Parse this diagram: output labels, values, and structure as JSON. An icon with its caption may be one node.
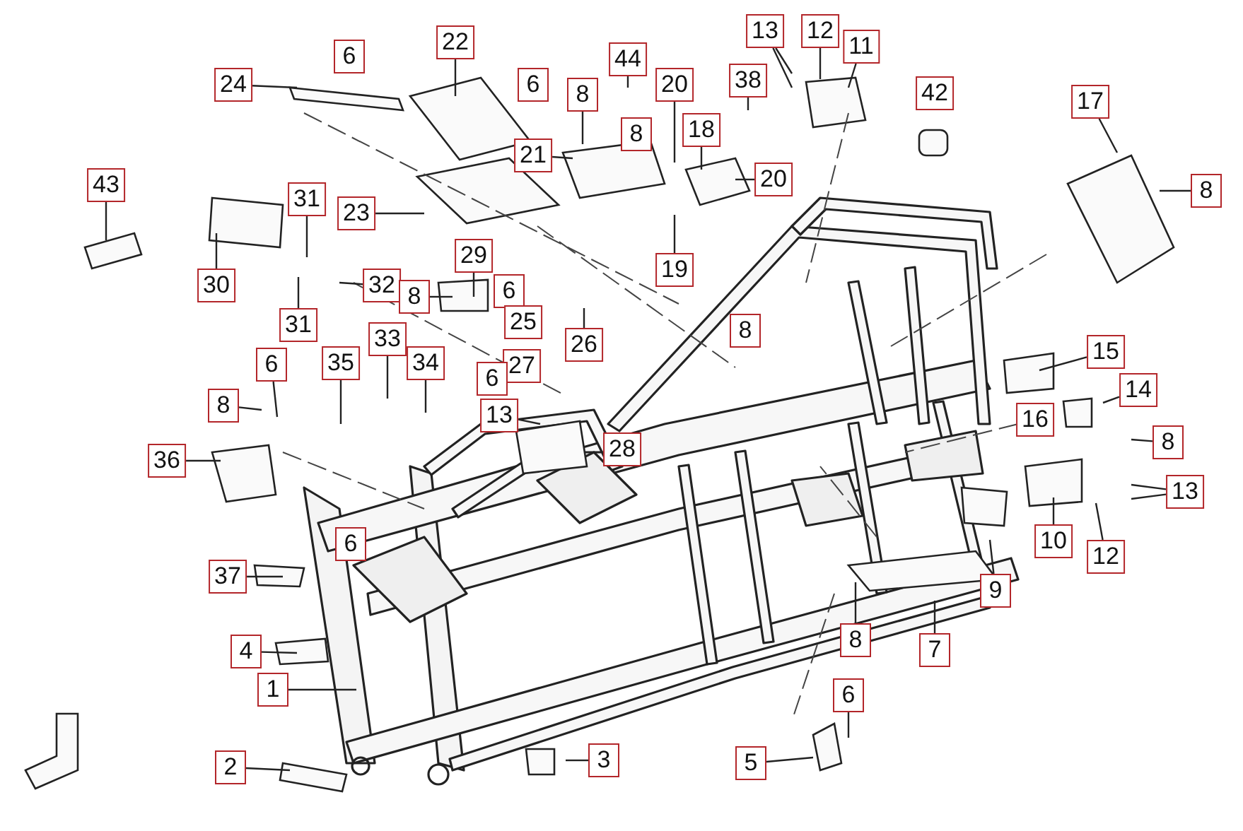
{
  "diagram": {
    "nodes": [
      {
        "text": [
          "24"
        ]
      },
      {
        "text": [
          "6"
        ]
      },
      {
        "text": [
          "22"
        ]
      },
      {
        "text": [
          "6"
        ]
      },
      {
        "text": [
          "8"
        ]
      },
      {
        "text": [
          "44"
        ]
      },
      {
        "text": [
          "8"
        ]
      },
      {
        "text": [
          "21"
        ]
      },
      {
        "text": [
          "20"
        ]
      },
      {
        "text": [
          "38"
        ]
      },
      {
        "text": [
          "13"
        ]
      },
      {
        "text": [
          "12"
        ]
      },
      {
        "text": [
          "11"
        ]
      },
      {
        "text": [
          "42"
        ]
      },
      {
        "text": [
          "17"
        ]
      },
      {
        "text": [
          "8"
        ]
      },
      {
        "text": [
          "18"
        ]
      },
      {
        "text": [
          "20"
        ]
      },
      {
        "text": [
          "23"
        ]
      },
      {
        "text": [
          "19"
        ]
      },
      {
        "text": [
          "43"
        ]
      },
      {
        "text": [
          "31"
        ]
      },
      {
        "text": [
          "30"
        ]
      },
      {
        "text": [
          "32"
        ]
      },
      {
        "text": [
          "31"
        ]
      },
      {
        "text": [
          "29"
        ]
      },
      {
        "text": [
          "8"
        ]
      },
      {
        "text": [
          "6"
        ]
      },
      {
        "text": [
          "25"
        ]
      },
      {
        "text": [
          "26"
        ]
      },
      {
        "text": [
          "8"
        ]
      },
      {
        "text": [
          "27"
        ]
      },
      {
        "text": [
          "6"
        ]
      },
      {
        "text": [
          "33"
        ]
      },
      {
        "text": [
          "34"
        ]
      },
      {
        "text": [
          "35"
        ]
      },
      {
        "text": [
          "6"
        ]
      },
      {
        "text": [
          "8"
        ]
      },
      {
        "text": [
          "36"
        ]
      },
      {
        "text": [
          "13"
        ]
      },
      {
        "text": [
          "28"
        ]
      },
      {
        "text": [
          "15"
        ]
      },
      {
        "text": [
          "16"
        ]
      },
      {
        "text": [
          "14"
        ]
      },
      {
        "text": [
          "8"
        ]
      },
      {
        "text": [
          "13"
        ]
      },
      {
        "text": [
          "10"
        ]
      },
      {
        "text": [
          "12"
        ]
      },
      {
        "text": [
          "9"
        ]
      },
      {
        "text": [
          "7"
        ]
      },
      {
        "text": [
          "8"
        ]
      },
      {
        "text": [
          "37"
        ]
      },
      {
        "text": [
          "6"
        ]
      },
      {
        "text": [
          "4"
        ]
      },
      {
        "text": [
          "1"
        ]
      },
      {
        "text": [
          "2"
        ]
      },
      {
        "text": [
          "3"
        ]
      },
      {
        "text": [
          "5"
        ]
      },
      {
        "text": [
          "6"
        ]
      }
    ],
    "edges": [
      {
        "from": 0,
        "to": null,
        "arrow": "none"
      },
      {
        "from": 2,
        "to": null,
        "arrow": "none"
      },
      {
        "from": 4,
        "to": null,
        "arrow": "none"
      },
      {
        "from": 5,
        "to": null,
        "arrow": "none"
      },
      {
        "from": 7,
        "to": null,
        "arrow": "none"
      },
      {
        "from": 8,
        "to": null,
        "arrow": "none"
      },
      {
        "from": 9,
        "to": null,
        "arrow": "none"
      },
      {
        "from": 10,
        "to": null,
        "arrow": "none"
      },
      {
        "from": 10,
        "to": null,
        "arrow": "none"
      },
      {
        "from": 11,
        "to": null,
        "arrow": "none"
      },
      {
        "from": 12,
        "to": null,
        "arrow": "none"
      },
      {
        "from": 14,
        "to": null,
        "arrow": "none"
      },
      {
        "from": 15,
        "to": null,
        "arrow": "none"
      },
      {
        "from": 16,
        "to": null,
        "arrow": "none"
      },
      {
        "from": 17,
        "to": null,
        "arrow": "none"
      },
      {
        "from": 18,
        "to": null,
        "arrow": "none"
      },
      {
        "from": 19,
        "to": null,
        "arrow": "none"
      },
      {
        "from": 20,
        "to": null,
        "arrow": "none"
      },
      {
        "from": 21,
        "to": null,
        "arrow": "none"
      },
      {
        "from": 22,
        "to": null,
        "arrow": "none"
      },
      {
        "from": 23,
        "to": null,
        "arrow": "none"
      },
      {
        "from": 24,
        "to": null,
        "arrow": "none"
      },
      {
        "from": 25,
        "to": null,
        "arrow": "none"
      },
      {
        "from": 26,
        "to": null,
        "arrow": "none"
      },
      {
        "from": 29,
        "to": null,
        "arrow": "none"
      },
      {
        "from": 33,
        "to": null,
        "arrow": "none"
      },
      {
        "from": 34,
        "to": null,
        "arrow": "none"
      },
      {
        "from": 35,
        "to": null,
        "arrow": "none"
      },
      {
        "from": 36,
        "to": null,
        "arrow": "none"
      },
      {
        "from": 37,
        "to": null,
        "arrow": "none"
      },
      {
        "from": 38,
        "to": null,
        "arrow": "none"
      },
      {
        "from": 39,
        "to": null,
        "arrow": "none"
      },
      {
        "from": 41,
        "to": null,
        "arrow": "none"
      },
      {
        "from": 43,
        "to": null,
        "arrow": "none"
      },
      {
        "from": 44,
        "to": null,
        "arrow": "none"
      },
      {
        "from": 45,
        "to": null,
        "arrow": "none"
      },
      {
        "from": 45,
        "to": null,
        "arrow": "none"
      },
      {
        "from": 46,
        "to": null,
        "arrow": "none"
      },
      {
        "from": 47,
        "to": null,
        "arrow": "none"
      },
      {
        "from": 48,
        "to": null,
        "arrow": "none"
      },
      {
        "from": 49,
        "to": null,
        "arrow": "none"
      },
      {
        "from": 50,
        "to": null,
        "arrow": "none"
      },
      {
        "from": 51,
        "to": null,
        "arrow": "none"
      },
      {
        "from": 53,
        "to": null,
        "arrow": "none"
      },
      {
        "from": 54,
        "to": null,
        "arrow": "none"
      },
      {
        "from": 55,
        "to": null,
        "arrow": "none"
      },
      {
        "from": 56,
        "to": null,
        "arrow": "none"
      },
      {
        "from": 57,
        "to": null,
        "arrow": "none"
      },
      {
        "from": 58,
        "to": null,
        "arrow": "none"
      }
    ]
  }
}
